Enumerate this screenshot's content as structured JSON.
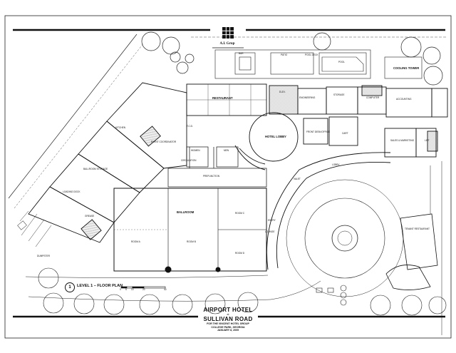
{
  "title_block": {
    "line1": "AIRPORT HOTEL",
    "line_at": "at",
    "line2": "SULLIVAN ROAD",
    "client": "FOR THE VINCENT HOTEL GROUP",
    "location": "COLLEGE PARK, GEORGIA",
    "date": "JANUARY 8, 2009"
  },
  "plan_title": "LEVEL 1 – FLOOR PLAN",
  "plan_number": "1",
  "logo": {
    "text": "A.I. Grup"
  },
  "scale_bar": {
    "ticks": [
      "0",
      "5",
      "10",
      "20",
      "40"
    ]
  },
  "rooms": {
    "restaurant": "RESTAURANT",
    "ballroom": "BALLROOM",
    "prefunction": "PREFUNCTION",
    "hotel_lobby": "HOTEL LOBBY",
    "front_desk": "FRONT DESK/OFFICE",
    "pool": "POOL",
    "pool_deck": "POOL DECK",
    "patio": "PATIO",
    "bar": "BAR",
    "cooling_tower": "COOLING TOWER",
    "accounting": "ACCOUNTING",
    "sales_marketing": "SALES & MARKETING",
    "storage": "STORAGE",
    "kitchen": "KITCHEN",
    "ballroom_storage": "BALLROOM STORAGE",
    "loading_dock": "LOADING DOCK",
    "elevators": "ELEV.",
    "valet": "VALET",
    "lobby": "LOBBY",
    "lounge": "LOUNGE",
    "tenant_restaurant": "TENANT RESTAURANT",
    "room_a": "ROOM A",
    "room_b": "ROOM B",
    "room_c": "ROOM C",
    "room_d": "ROOM D",
    "grease": "GREASE",
    "dumpster": "DUMPSTER",
    "circulation": "CIRCULATION",
    "tcd": "T.C.D.",
    "women": "WOMEN",
    "men": "MEN",
    "event_coordinator": "EVENT COORDINATOR",
    "computer": "COMPUTER",
    "engineering": "ENGINEERING",
    "cart": "CART",
    "lift": "LIFT",
    "entry": "ENTRY"
  }
}
